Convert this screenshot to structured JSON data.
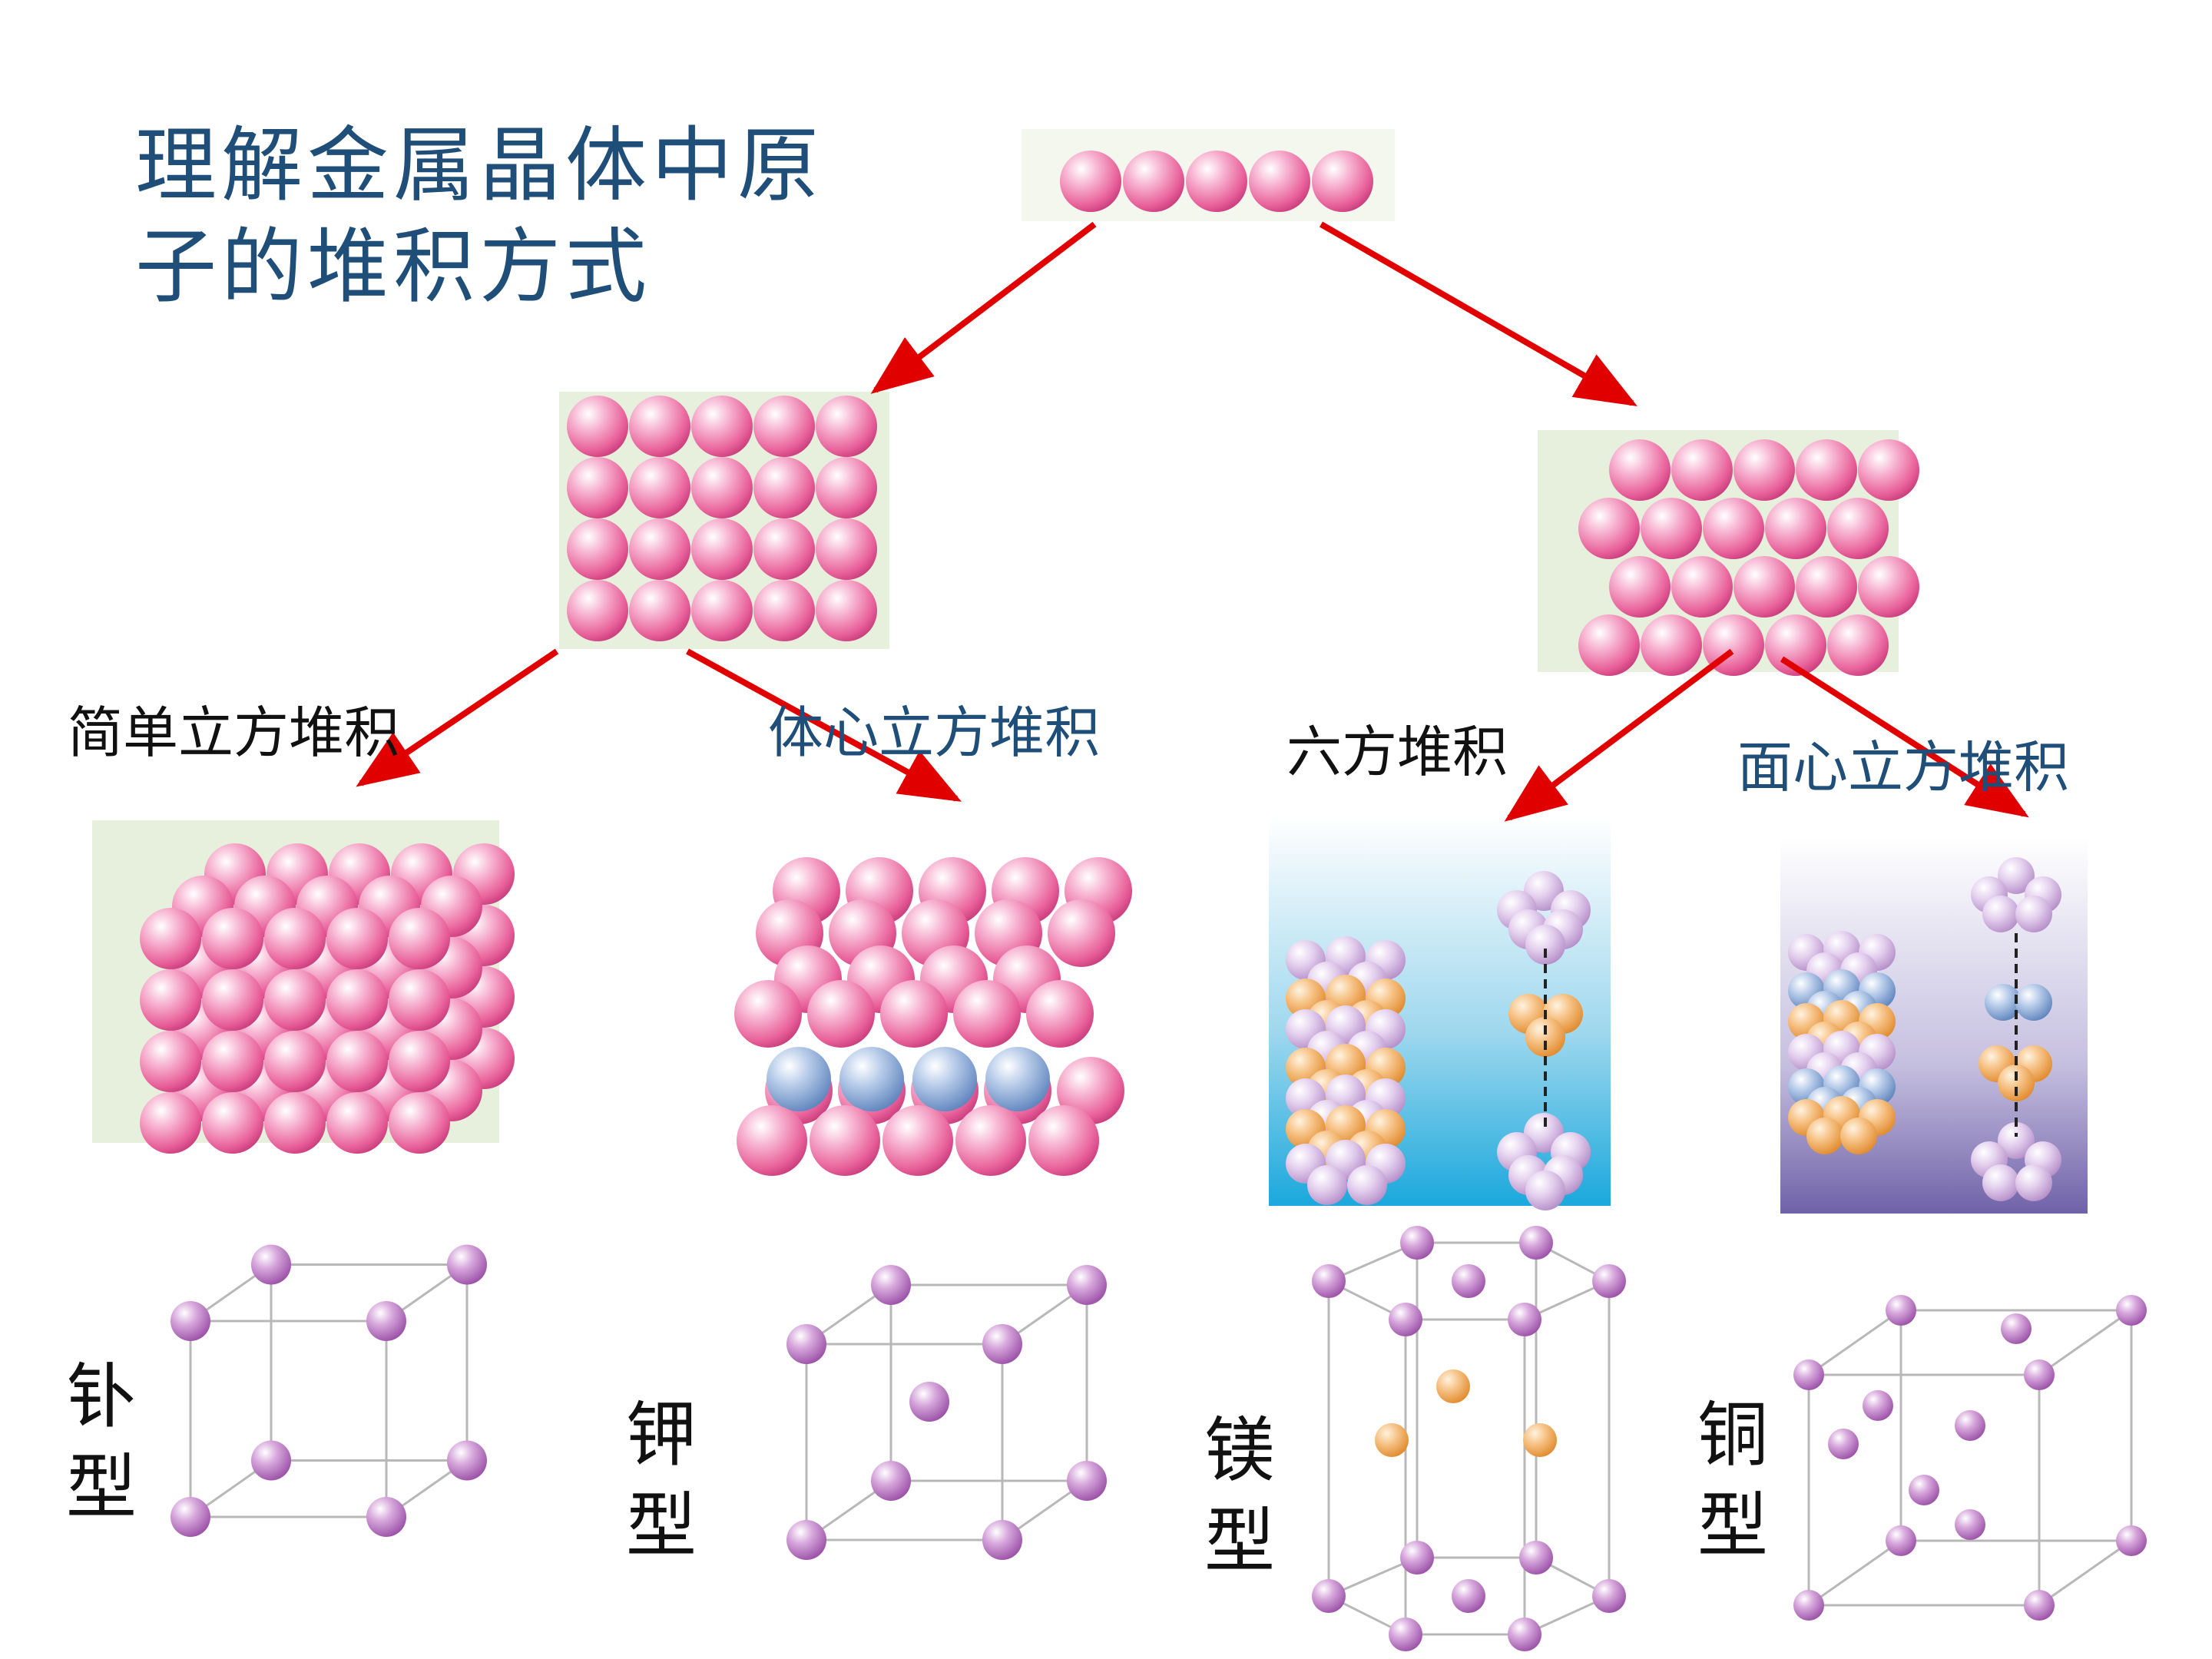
{
  "title": "理解金属晶体中原子的堆积方式",
  "stacking_labels": {
    "simple_cubic": "简单立方堆积",
    "body_centered": "体心立方堆积",
    "hexagonal": "六方堆积",
    "face_centered": "面心立方堆积"
  },
  "type_labels": {
    "polonium": "钋型",
    "potassium": "钾型",
    "magnesium": "镁型",
    "copper": "铜型"
  },
  "colors": {
    "atom_pink": "#e8609a",
    "atom_blue": "#7b9fd0",
    "atom_purple": "#b06ab8",
    "atom_orange": "#f0a050",
    "atom_lavender": "#c8a8d8",
    "arrow_red": "#e00000",
    "title_blue": "#1f4e79",
    "panel_green": "#e6f0dc"
  }
}
